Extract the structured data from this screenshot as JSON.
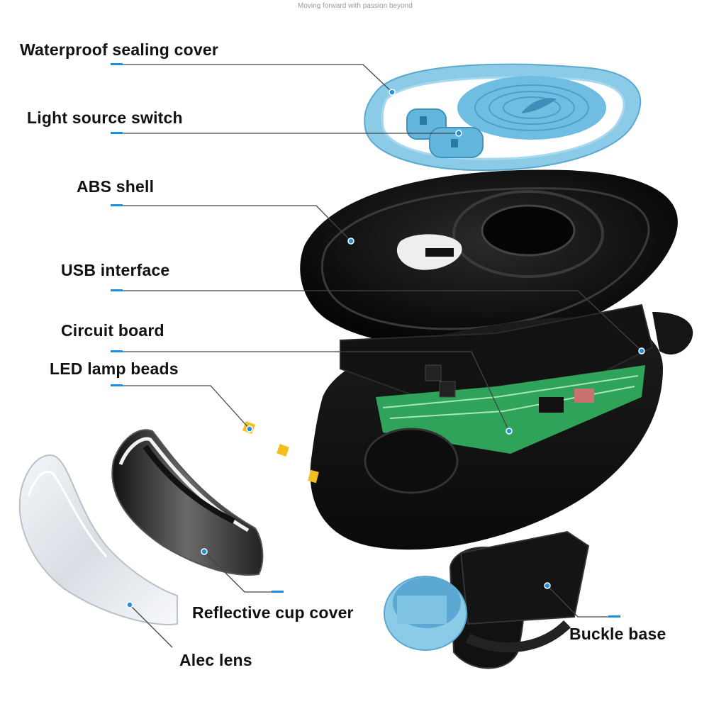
{
  "header": {
    "tagline": "Moving forward with passion beyond"
  },
  "colors": {
    "accent": "#1f8fe0",
    "leader": "#444444",
    "cover": "#7cc4e6",
    "shell": "#111111",
    "pcb": "#2fa35a",
    "led": "#f2c01e"
  },
  "labels": {
    "waterproof_cover": "Waterproof sealing cover",
    "light_switch": "Light source switch",
    "abs_shell": "ABS shell",
    "usb_interface": "USB interface",
    "circuit_board": "Circuit board",
    "led_beads": "LED lamp beads",
    "reflective_cup": "Reflective cup cover",
    "lens": "Alec lens",
    "buckle_base": "Buckle base"
  }
}
